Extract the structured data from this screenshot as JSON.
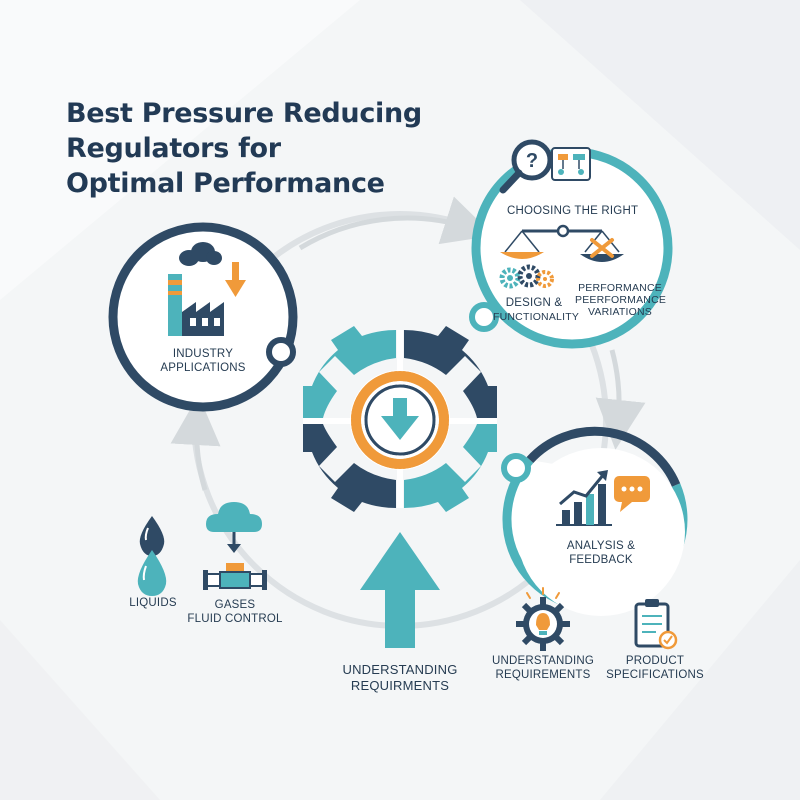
{
  "title_lines": [
    "Best Pressure Reducing",
    "Regulators for",
    "Optimal Performance"
  ],
  "nodes": {
    "industry": {
      "lines": [
        "INDUSTRY",
        "APPLICATIONS"
      ],
      "icon": "factory-icon"
    },
    "choosing": {
      "lines": [
        "CHOOSING THE RIGHT"
      ],
      "icon": "magnifier-question-icon"
    },
    "design": {
      "lines": [
        "DESIGN &",
        "FUNCTIONALITY"
      ],
      "icon": "gears-icon"
    },
    "performance": {
      "lines": [
        "PERFORMANCE",
        "PEERFORMANCE",
        "VARIATIONS"
      ],
      "icon": "balance-scale-icon"
    },
    "analysis": {
      "lines": [
        "ANALYSIS &",
        "FEEDBACK"
      ],
      "icon": "bar-chart-icon"
    },
    "center": {
      "icon": "gear-download-icon"
    }
  },
  "bottom": {
    "liquids": {
      "lines": [
        "LIQUIDS"
      ],
      "icon": "droplets-icon"
    },
    "gases": {
      "lines": [
        "GASES",
        "FLUID CONTROL"
      ],
      "icon": "cloud-valve-icon"
    },
    "understanding_main": {
      "lines": [
        "UNDERSTANDING",
        "REQUIRMENTS"
      ],
      "icon": "up-arrow-icon"
    },
    "understanding_small": {
      "lines": [
        "UNDERSTANDING",
        "REQUIREMENTS"
      ],
      "icon": "lightbulb-gear-icon"
    },
    "product": {
      "lines": [
        "PRODUCT",
        "SPECIFICATIONS"
      ],
      "icon": "clipboard-icon"
    }
  },
  "colors": {
    "navy": "#2f4a65",
    "teal": "#4db3bb",
    "orange": "#f09a3a",
    "ring_grey": "#d8dcdf"
  }
}
